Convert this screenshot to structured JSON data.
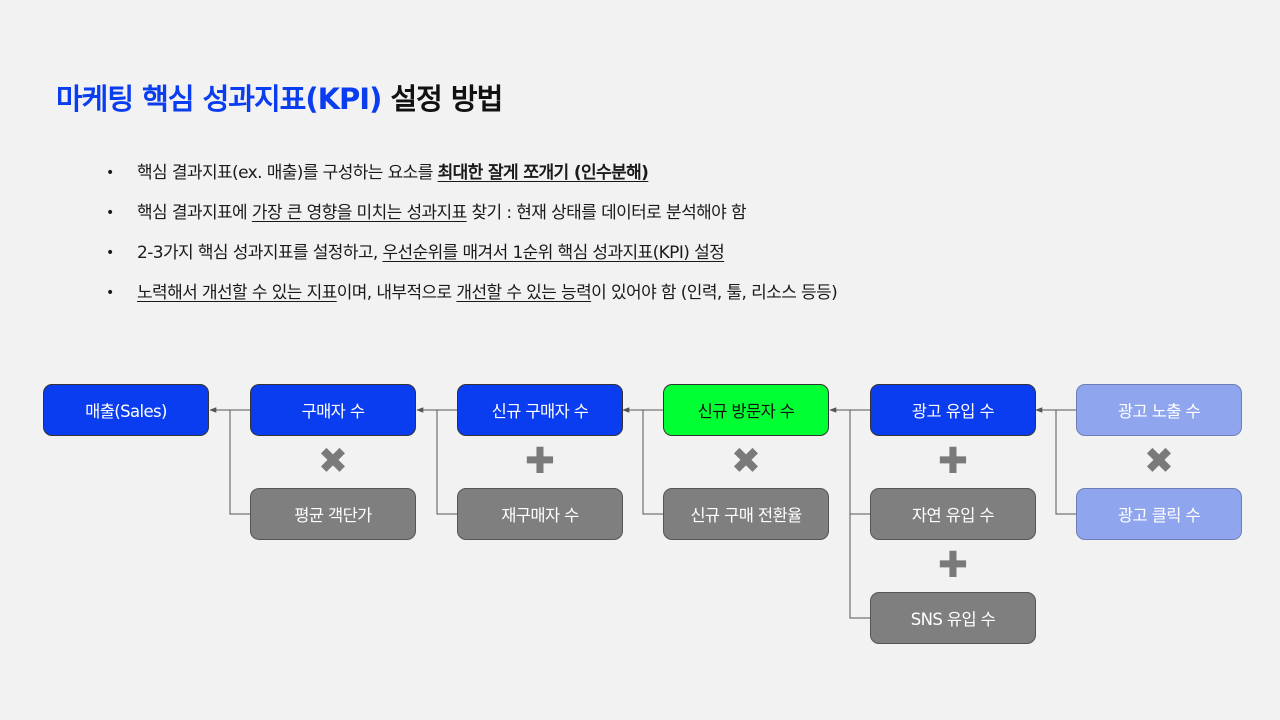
{
  "title": {
    "accent": "마케팅 핵심 성과지표(KPI)",
    "rest": " 설정 방법"
  },
  "bullets": [
    [
      {
        "text": "핵심 결과지표(ex. 매출)를 구성하는 요소를 "
      },
      {
        "text": "최대한 잘게 쪼개기 (인수분해)",
        "underline": true,
        "bold": true
      }
    ],
    [
      {
        "text": "핵심 결과지표에 "
      },
      {
        "text": "가장 큰 영향을 미치는 성과지표",
        "underline": true
      },
      {
        "text": " 찾기 : 현재 상태를 데이터로 분석해야 함"
      }
    ],
    [
      {
        "text": "2-3가지 핵심 성과지표를 설정하고, "
      },
      {
        "text": "우선순위를 매겨서 1순위 핵심 성과지표(KPI) 설정",
        "underline": true
      }
    ],
    [
      {
        "text": "노력해서 개선할 수 있는 지표",
        "underline": true
      },
      {
        "text": "이며, 내부적으로 "
      },
      {
        "text": "개선할 수 있는 능력",
        "underline": true
      },
      {
        "text": "이 있어야 함 (인력, 툴, 리소스 등등)"
      }
    ]
  ],
  "bullet_symbol": "•",
  "diagram": {
    "boxes": {
      "sales": {
        "label": "매출(Sales)",
        "color": "#0a3cf0"
      },
      "buyers": {
        "label": "구매자 수",
        "color": "#0a3cf0"
      },
      "avg_order": {
        "label": "평균 객단가",
        "color": "#7f7f7f"
      },
      "new_buyers": {
        "label": "신규 구매자 수",
        "color": "#0a3cf0"
      },
      "repeat_buyers": {
        "label": "재구매자 수",
        "color": "#7f7f7f"
      },
      "new_visitors": {
        "label": "신규 방문자 수",
        "color": "#00ff33"
      },
      "new_conv": {
        "label": "신규 구매 전환율",
        "color": "#7f7f7f"
      },
      "ad_inflow": {
        "label": "광고 유입 수",
        "color": "#0a3cf0"
      },
      "organic_inflow": {
        "label": "자연 유입 수",
        "color": "#7f7f7f"
      },
      "sns_inflow": {
        "label": "SNS 유입 수",
        "color": "#7f7f7f"
      },
      "ad_impressions": {
        "label": "광고 노출 수",
        "color": "#8fa6ef"
      },
      "ad_clicks": {
        "label": "광고 클릭 수",
        "color": "#8fa6ef"
      }
    },
    "operators": {
      "times": "✖",
      "plus": "✚"
    },
    "line_color": "#555555"
  }
}
